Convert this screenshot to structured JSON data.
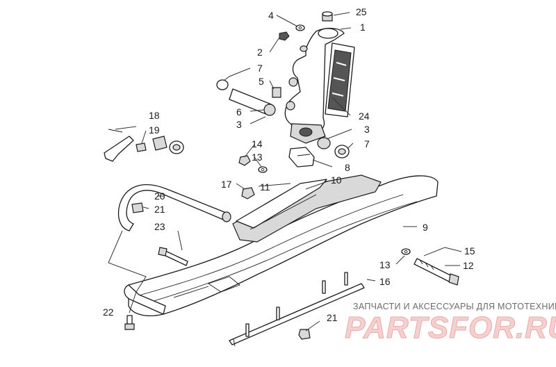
{
  "callouts": [
    "1",
    "2",
    "3",
    "3",
    "4",
    "5",
    "6",
    "7",
    "7",
    "8",
    "9",
    "10",
    "11",
    "12",
    "13",
    "13",
    "14",
    "15",
    "16",
    "17",
    "18",
    "19",
    "20",
    "21",
    "21",
    "22",
    "23",
    "24",
    "25"
  ],
  "watermark": {
    "subtitle": "ЗАПЧАСТИ И АКСЕССУАРЫ ДЛЯ МОТОТЕХНИКИ",
    "brand": "PARTSFOR.RU"
  },
  "colors": {
    "line": "#1a1a1a",
    "watermark": "#e9a9a9",
    "background": "#ffffff"
  }
}
